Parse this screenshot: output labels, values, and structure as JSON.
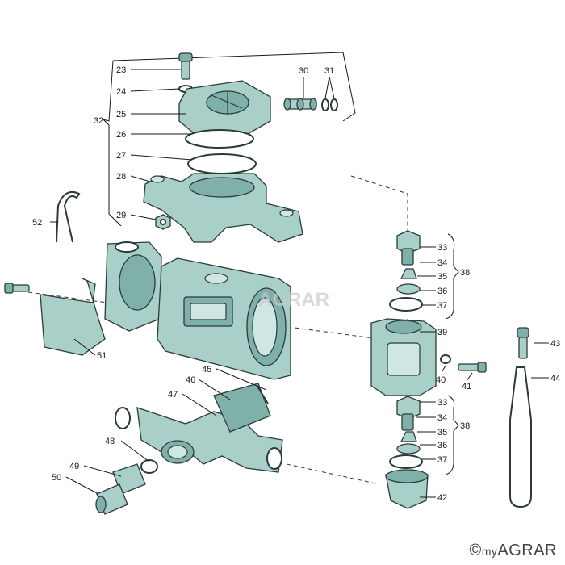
{
  "labels": {
    "p23": "23",
    "p24": "24",
    "p25": "25",
    "p26": "26",
    "p27": "27",
    "p28": "28",
    "p29": "29",
    "p30": "30",
    "p31": "31",
    "p32": "32",
    "p33a": "33",
    "p34a": "34",
    "p35a": "35",
    "p36a": "36",
    "p37a": "37",
    "p38a": "38",
    "p39": "39",
    "p40": "40",
    "p41": "41",
    "p42": "42",
    "p43": "43",
    "p44": "44",
    "p45": "45",
    "p46": "46",
    "p47": "47",
    "p48": "48",
    "p49": "49",
    "p50": "50",
    "p51": "51",
    "p52": "52",
    "p33b": "33",
    "p34b": "34",
    "p35b": "35",
    "p36b": "36",
    "p37b": "37",
    "p38b": "38"
  },
  "brand": {
    "copyright": "©",
    "prefix": "my",
    "name": "AGRAR"
  },
  "watermark": "AGRAR",
  "colors": {
    "part": "#a9cfc9",
    "part_dark": "#7fb1aa",
    "outline": "#2b3b3a"
  }
}
